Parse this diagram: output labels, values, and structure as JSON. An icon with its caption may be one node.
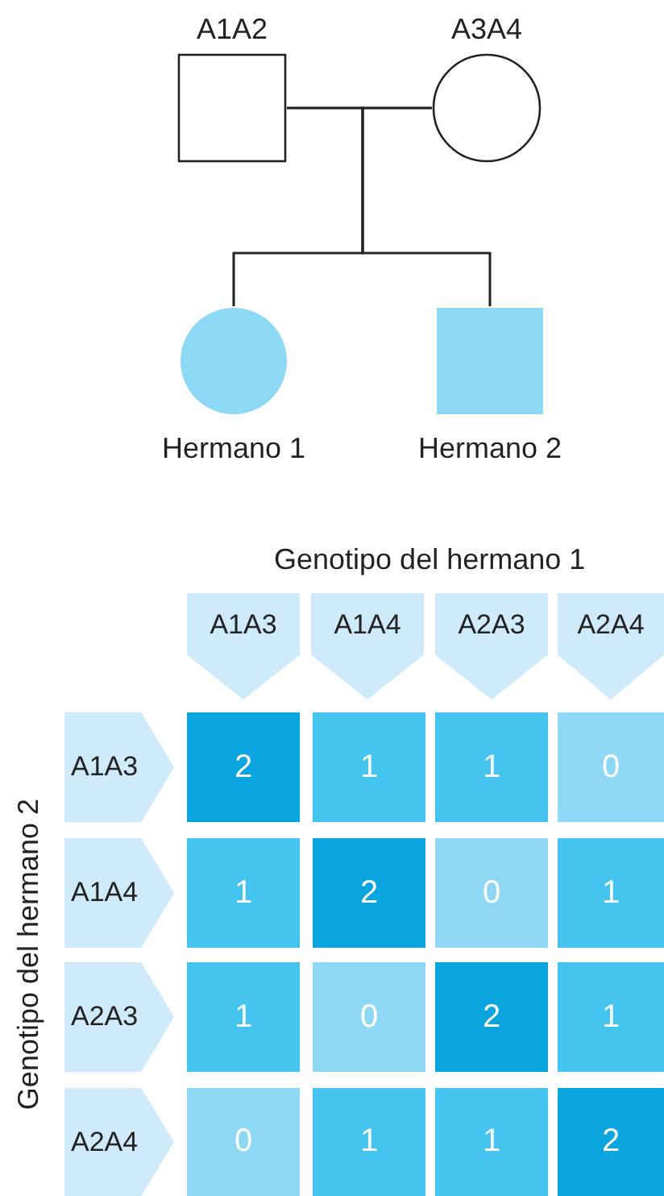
{
  "diagram": {
    "nodes": [
      {
        "text": [
          "A1A2"
        ]
      },
      {
        "text": [
          "A3A4"
        ]
      },
      {
        "text": [
          "Hermano 1"
        ]
      },
      {
        "text": [
          "Hermano 2"
        ]
      },
      {
        "text": [
          "A1A3"
        ]
      },
      {
        "text": [
          "A1A4"
        ]
      },
      {
        "text": [
          "A2A3"
        ]
      },
      {
        "text": [
          "A2A4"
        ]
      },
      {
        "text": [
          "A1A3"
        ]
      },
      {
        "text": [
          "A1A4"
        ]
      },
      {
        "text": [
          "A2A3"
        ]
      },
      {
        "text": [
          "A2A4"
        ]
      }
    ],
    "edges": [
      {
        "from": 0,
        "to": 1,
        "arrow": "none"
      },
      {
        "from": 0,
        "to": 2,
        "arrow": "none"
      },
      {
        "from": 1,
        "to": 2,
        "arrow": "none"
      },
      {
        "from": 0,
        "to": 3,
        "arrow": "none"
      },
      {
        "from": 1,
        "to": 3,
        "arrow": "none"
      }
    ],
    "labels": [
      "Genotipo del hermano 1",
      "Genotipo del hermano 2",
      "2",
      "1",
      "1",
      "0",
      "1",
      "2",
      "0",
      "1",
      "1",
      "0",
      "2",
      "1",
      "0",
      "1",
      "1",
      "2"
    ]
  }
}
